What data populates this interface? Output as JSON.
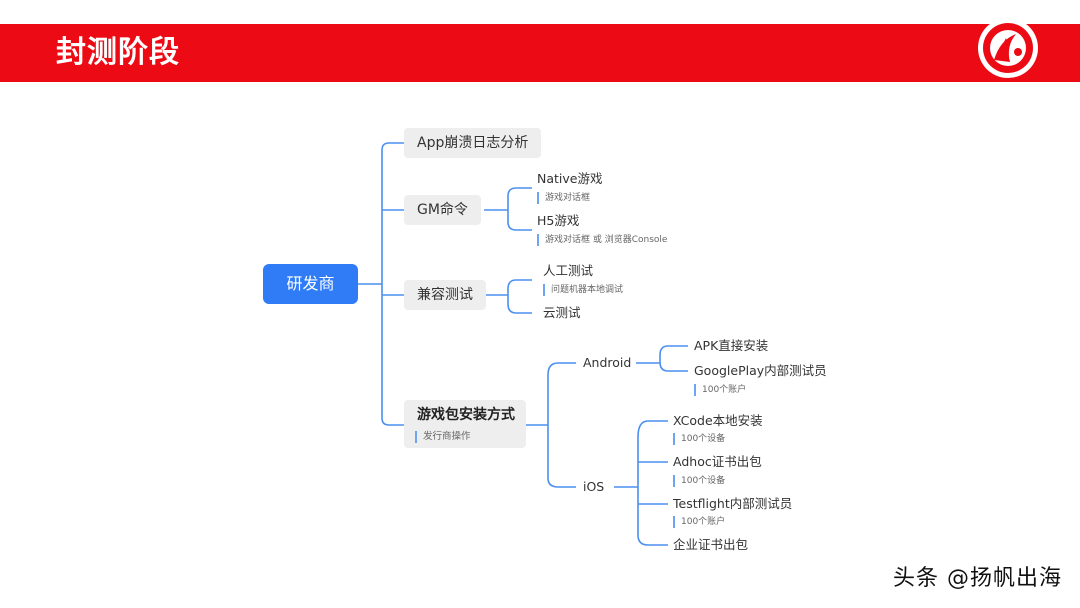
{
  "page_title": "封测阶段",
  "root": "研发商",
  "branches": {
    "crash_log": "App崩溃日志分析",
    "gm": {
      "label": "GM命令",
      "native": "Native游戏",
      "native_note": "游戏对话框",
      "h5": "H5游戏",
      "h5_note": "游戏对话框 或 浏览器Console"
    },
    "compat": {
      "label": "兼容测试",
      "manual": "人工测试",
      "manual_note": "问题机器本地调试",
      "cloud": "云测试"
    },
    "install": {
      "label": "游戏包安装方式",
      "note": "发行商操作",
      "android": {
        "label": "Android",
        "apk": "APK直接安装",
        "gp": "GooglePlay内部测试员",
        "gp_note": "100个账户"
      },
      "ios": {
        "label": "iOS",
        "xcode": "XCode本地安装",
        "xcode_note": "100个设备",
        "adhoc": "Adhoc证书出包",
        "adhoc_note": "100个设备",
        "testflight": "Testflight内部测试员",
        "testflight_note": "100个账户",
        "enterprise": "企业证书出包"
      }
    }
  },
  "watermark": "头条 @扬帆出海",
  "colors": {
    "header": "#ec0b14",
    "root": "#2f7cf6",
    "connector": "#4a90f0",
    "box": "#eeeeee"
  }
}
